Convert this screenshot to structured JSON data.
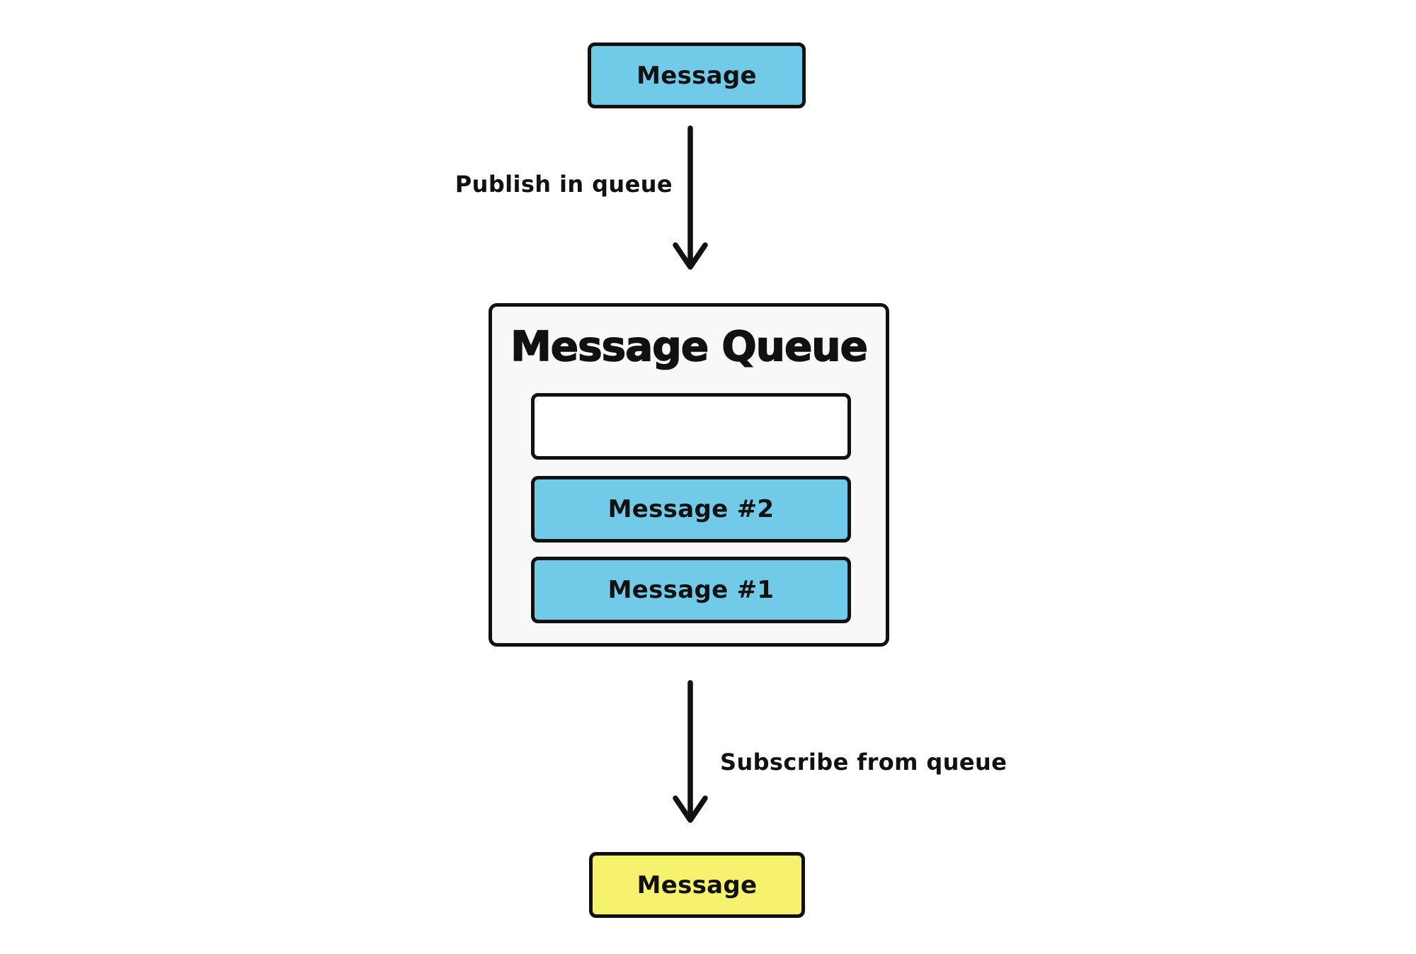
{
  "diagram": {
    "producer": {
      "label": "Message"
    },
    "publish_arrow": {
      "label": "Publish in queue"
    },
    "queue": {
      "title": "Message Queue",
      "slots": [
        {
          "label": "",
          "state": "empty"
        },
        {
          "label": "Message #2",
          "state": "filled"
        },
        {
          "label": "Message #1",
          "state": "filled"
        }
      ]
    },
    "subscribe_arrow": {
      "label": "Subscribe from queue"
    },
    "consumer": {
      "label": "Message"
    }
  },
  "colors": {
    "message_blue": "#71CAE8",
    "message_yellow": "#F7F26E",
    "queue_background": "#F7F8F7",
    "stroke": "#111111",
    "canvas_background": "#FFFFFF"
  }
}
